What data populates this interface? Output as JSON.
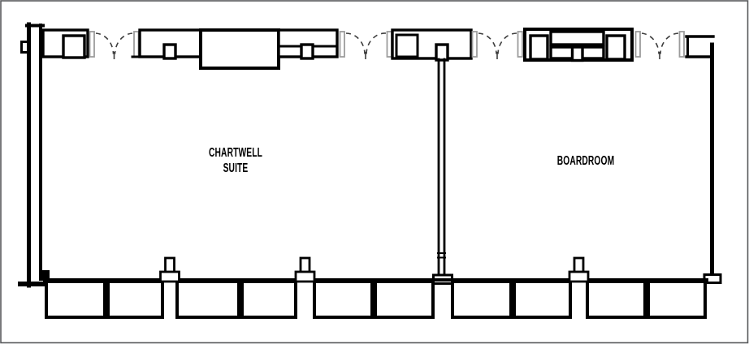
{
  "plan": {
    "rooms": [
      {
        "id": "chartwell-suite",
        "label_line1": "CHARTWELL",
        "label_line2": "SUITE"
      },
      {
        "id": "boardroom",
        "label_line1": "BOARDROOM"
      }
    ],
    "features": {
      "door_openings": 4,
      "window_bays": 10,
      "window_columns": 3,
      "partition_walls": 1
    },
    "colors": {
      "background": "#ffffff",
      "wall_line": "#000000",
      "door_frame": "#9c9c9c",
      "swing_arc": "#3d3d3d",
      "outer_border": "#58595b"
    }
  }
}
